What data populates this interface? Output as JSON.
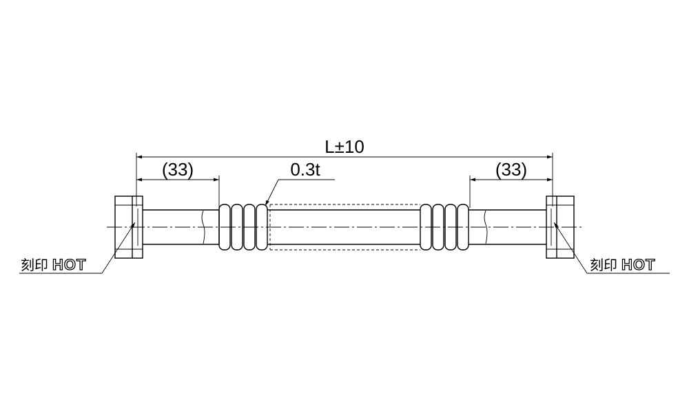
{
  "dimensions": {
    "overall_length": "L±10",
    "left_end_length": "(33)",
    "right_end_length": "(33)",
    "wall_thickness": "0.3t"
  },
  "notes": {
    "left_marking": "刻印",
    "left_marking_text": "HOT",
    "right_marking": "刻印",
    "right_marking_text": "HOT"
  }
}
